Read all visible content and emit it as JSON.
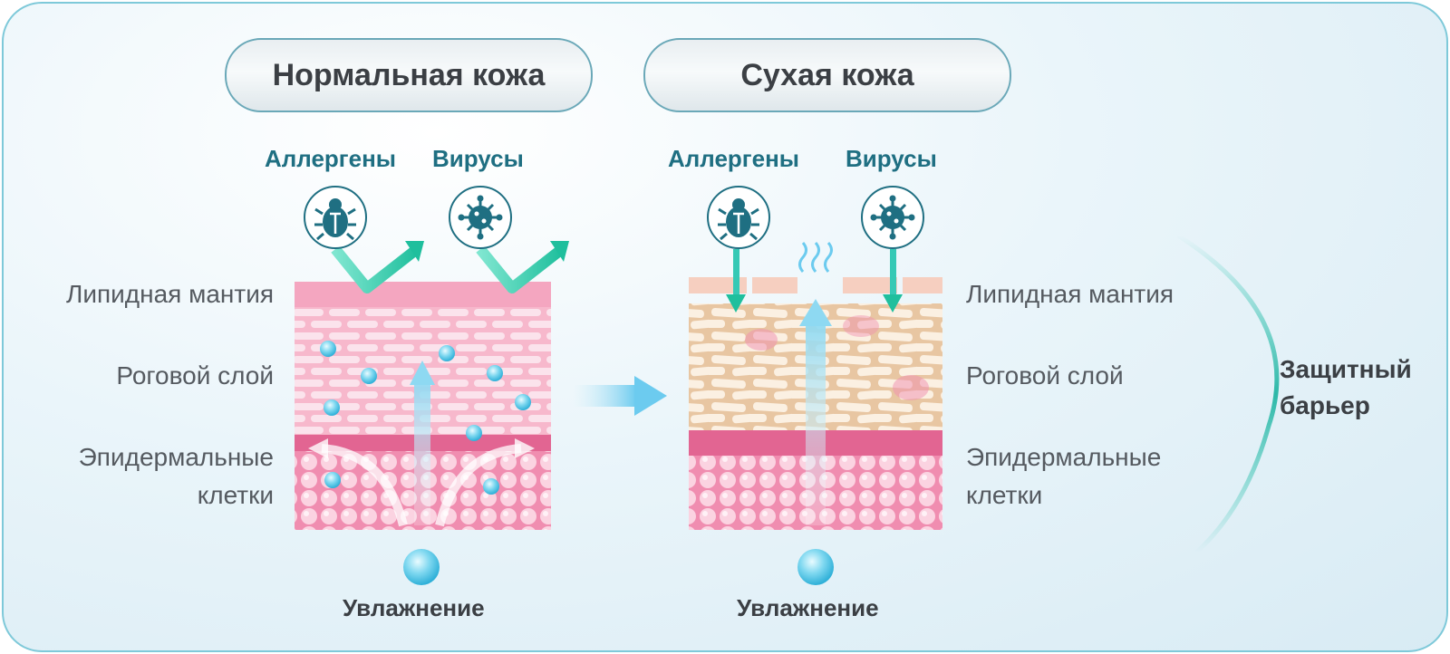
{
  "normal": {
    "title": "Нормальная кожа",
    "allergens": "Аллергены",
    "viruses": "Вирусы",
    "moisture": "Увлажнение"
  },
  "dry": {
    "title": "Сухая кожа",
    "allergens": "Аллергены",
    "viruses": "Вирусы",
    "moisture": "Увлажнение"
  },
  "layers_left": {
    "lipid": "Липидная мантия",
    "horny": "Роговой слой",
    "epidermal_1": "Эпидермальные",
    "epidermal_2": "клетки"
  },
  "layers_right": {
    "lipid": "Липидная мантия",
    "horny": "Роговой слой",
    "epidermal_1": "Эпидермальные",
    "epidermal_2": "клетки"
  },
  "barrier": {
    "line1": "Защитный",
    "line2": "барьер"
  },
  "icons": [
    "bug-icon",
    "virus-icon",
    "droplet-icon",
    "arrow-icon"
  ],
  "colors": {
    "teal": "#1f6f82",
    "pink": "#f4a6c0",
    "cream": "#f6dfc2",
    "accent": "#36c9b5"
  }
}
